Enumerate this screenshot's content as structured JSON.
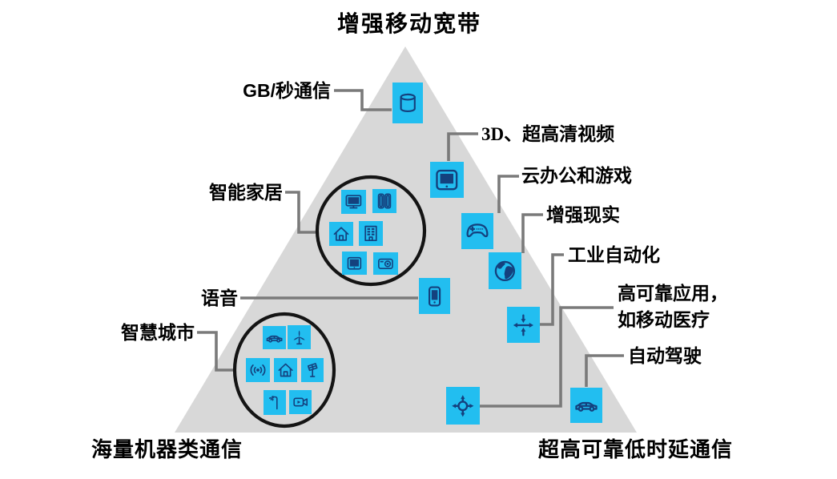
{
  "vertices": {
    "top": "增强移动宽带",
    "bottom_left": "海量机器类通信",
    "bottom_right": "超高可靠低时延通信"
  },
  "labels": {
    "gb": "GB/秒通信",
    "uhd": "3D、超高清视频",
    "cloud": "云办公和游戏",
    "ar": "增强现实",
    "industrial": "工业自动化",
    "reliable1": "高可靠应用，",
    "reliable2": "如移动医疗",
    "driving": "自动驾驶",
    "home": "智能家居",
    "voice": "语音",
    "city": "智慧城市"
  },
  "icons": {
    "gb": "database-icon",
    "uhd": "uhd-screen-icon",
    "cloud": "gamepad-icon",
    "ar": "globe-icon",
    "industrial": "converging-arrows-icon",
    "reliable": "hub-arrows-icon",
    "driving": "car-icon",
    "voice": "smartphone-icon",
    "smart_home_cluster": [
      "desktop-monitor-icon",
      "wardrobe-icon",
      "house-icon",
      "building-appliance-icon",
      "tablet-screen-icon",
      "camera-icon"
    ],
    "smart_city_cluster": [
      "car-icon",
      "wind-turbine-icon",
      "wireless-sensor-icon",
      "house-icon",
      "solar-panel-icon",
      "street-lamp-icon",
      "video-camera-icon"
    ]
  },
  "colors": {
    "cyan": "#22bef0",
    "navy": "#14417e",
    "triangle": "#d8d8d8",
    "line": "#7a7a7a",
    "circle": "#141414",
    "text": "#000000"
  }
}
